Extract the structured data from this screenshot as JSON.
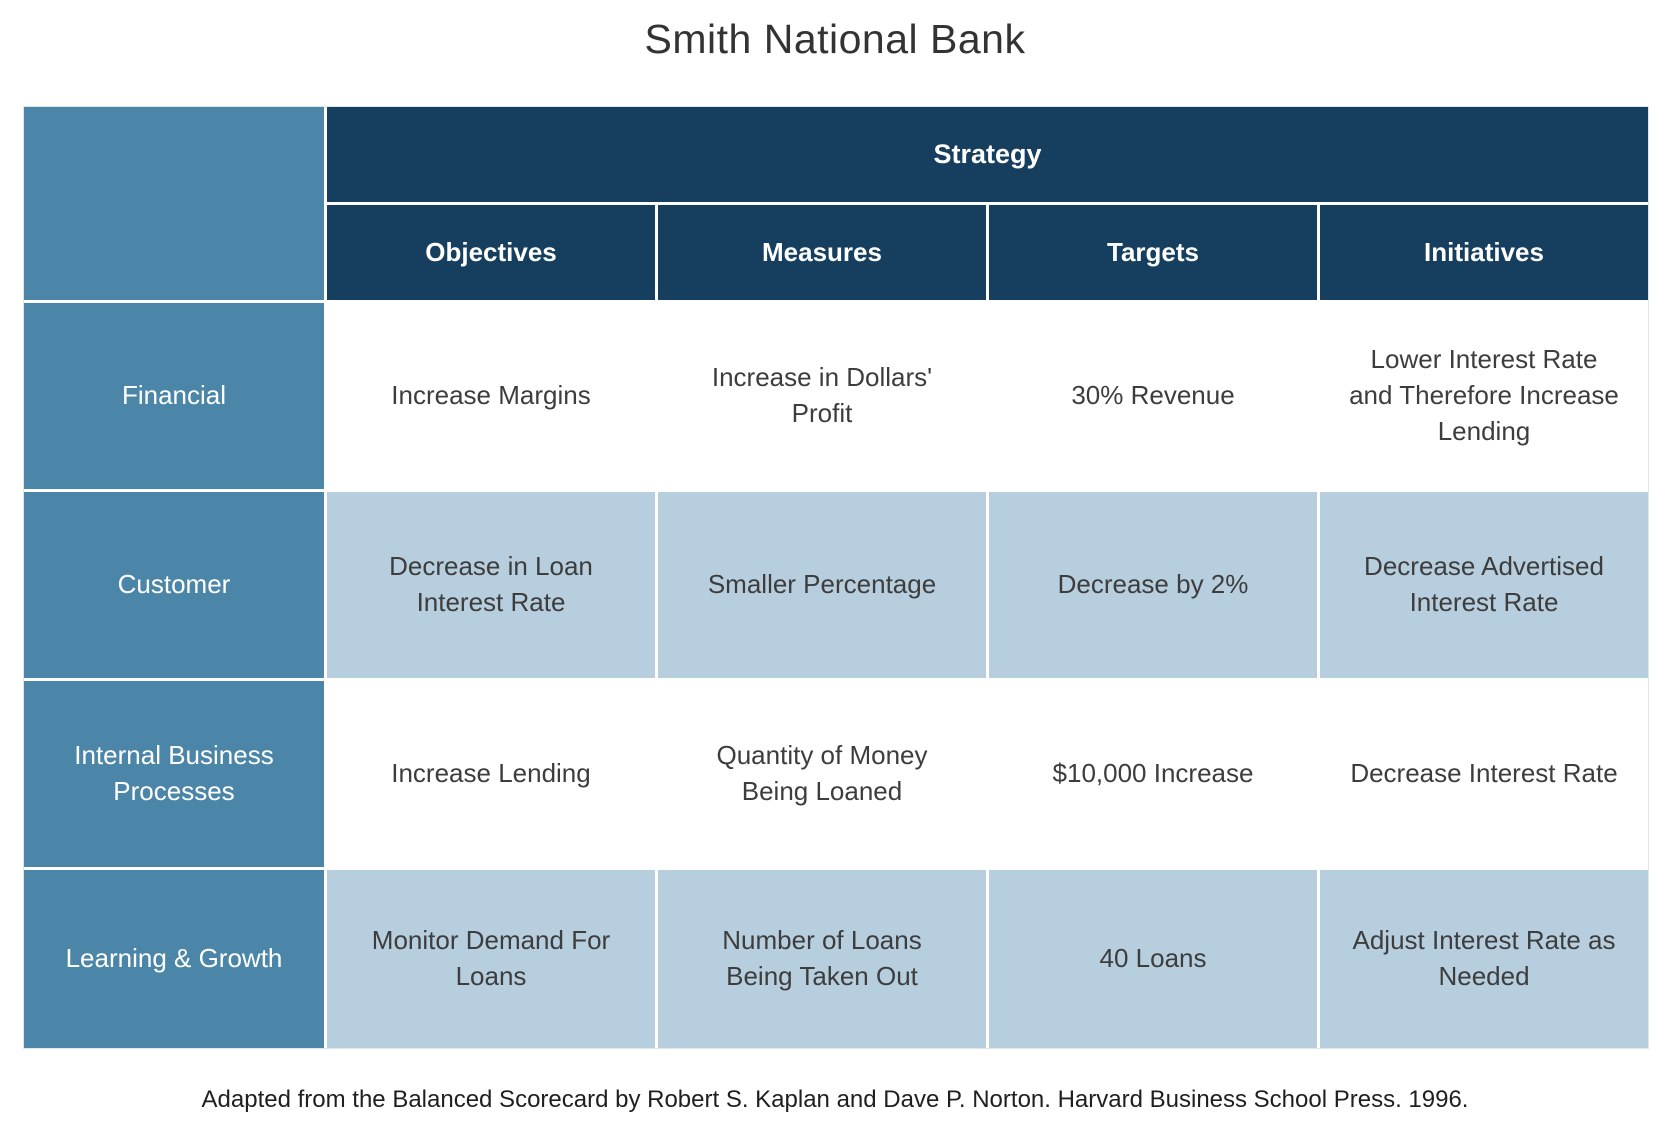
{
  "page": {
    "title": "Smith National Bank",
    "footer": "Adapted from the Balanced Scorecard by Robert S. Kaplan and Dave P. Norton. Harvard Business School Press. 1996."
  },
  "colors": {
    "header_navy": "#153e5f",
    "label_steel_blue": "#4b86a9",
    "row_light_blue": "#b7cede",
    "row_white": "#ffffff",
    "header_text": "#ffffff",
    "cell_text": "#3d3d3d",
    "title_text": "#333333"
  },
  "chart_data": {
    "type": "table",
    "title": "Smith National Bank",
    "group_header": "Strategy",
    "columns": [
      "Objectives",
      "Measures",
      "Targets",
      "Initiatives"
    ],
    "rows": [
      {
        "label": "Financial",
        "cells": [
          "Increase Margins",
          "Increase in Dollars' Profit",
          "30% Revenue",
          "Lower Interest Rate and Therefore Increase Lending"
        ]
      },
      {
        "label": "Customer",
        "cells": [
          "Decrease in Loan Interest Rate",
          "Smaller Percentage",
          "Decrease by 2%",
          "Decrease Advertised Interest Rate"
        ]
      },
      {
        "label": "Internal Business Processes",
        "cells": [
          "Increase Lending",
          "Quantity of Money Being Loaned",
          "$10,000 Increase",
          "Decrease Interest Rate"
        ]
      },
      {
        "label": "Learning & Growth",
        "cells": [
          "Monitor Demand For Loans",
          "Number of Loans Being Taken Out",
          "40 Loans",
          "Adjust Interest Rate as Needed"
        ]
      }
    ]
  }
}
